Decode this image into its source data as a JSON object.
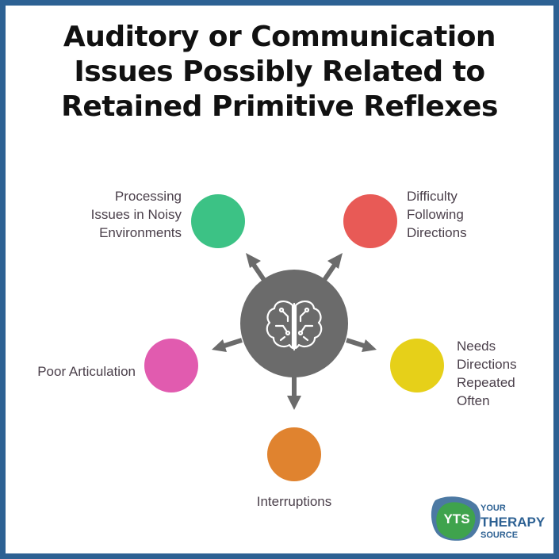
{
  "title": {
    "line1": "Auditory or Communication",
    "line2": "Issues Possibly Related to",
    "line3": "Retained Primitive Reflexes"
  },
  "center_icon": "brain-circuit-icon",
  "nodes": [
    {
      "id": "noisy",
      "lines": [
        "Processing",
        "Issues in Noisy",
        "Environments"
      ],
      "color": "#3cc285"
    },
    {
      "id": "directions",
      "lines": [
        "Difficulty",
        "Following",
        "Directions"
      ],
      "color": "#e85a56"
    },
    {
      "id": "repeated",
      "lines": [
        "Needs",
        "Directions",
        "Repeated",
        "Often"
      ],
      "color": "#e6d019"
    },
    {
      "id": "interruptions",
      "lines": [
        "Interruptions"
      ],
      "color": "#e0832f"
    },
    {
      "id": "articulation",
      "lines": [
        "Poor Articulation"
      ],
      "color": "#e15baf"
    }
  ],
  "colors": {
    "hub": "#6b6b6b",
    "frame": "#2d6193",
    "logo_blue": "#2d6193",
    "logo_green": "#3fa34d"
  },
  "logo": {
    "badge": "YTS",
    "line1": "YOUR",
    "line2": "THERAPY",
    "line3": "SOURCE"
  }
}
